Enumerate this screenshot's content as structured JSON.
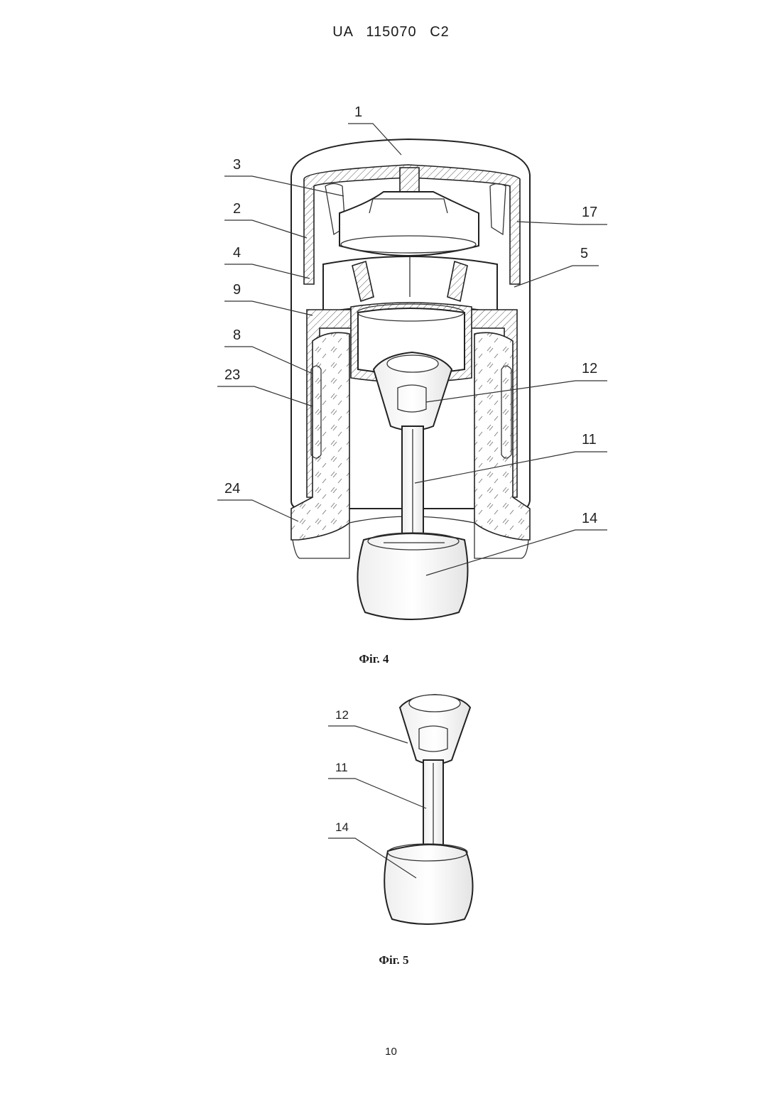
{
  "header": {
    "text": "UA   115070   C2"
  },
  "figures": [
    {
      "caption": "Фіг. 4",
      "labels": {
        "l1": "1",
        "l3": "3",
        "l2": "2",
        "l4": "4",
        "l9": "9",
        "l8": "8",
        "l23": "23",
        "l24": "24",
        "l17": "17",
        "l5": "5",
        "l12": "12",
        "l11": "11",
        "l14": "14"
      }
    },
    {
      "caption": "Фіг. 5",
      "labels": {
        "l12": "12",
        "l11": "11",
        "l14": "14"
      }
    }
  ],
  "page_number": "10"
}
